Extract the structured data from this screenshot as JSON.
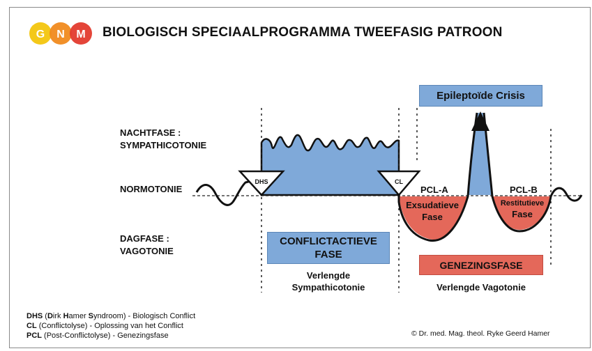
{
  "header": {
    "logo_letters": [
      "G",
      "N",
      "M"
    ],
    "title": "BIOLOGISCH SPECIAALPROGRAMMA TWEEFASIG PATROON"
  },
  "left_labels": {
    "nachtfase_1": "NACHTFASE :",
    "nachtfase_2": "SYMPATHICOTONIE",
    "normotonie": "NORMOTONIE",
    "dagfase_1": "DAGFASE :",
    "dagfase_2": "VAGOTONIE"
  },
  "markers": {
    "dhs": "DHS",
    "cl": "CL",
    "pcl_a": "PCL-A",
    "pcl_b": "PCL-B"
  },
  "boxes": {
    "epileptoid": "Epileptoïde Crisis",
    "conflict_1": "CONFLICTACTIEVE",
    "conflict_2": "FASE",
    "genezing": "GENEZINGSFASE"
  },
  "fills": {
    "exsudatieve_1": "Exsudatieve",
    "exsudatieve_2": "Fase",
    "restitutieve_1": "Restitutieve",
    "restitutieve_2": "Fase"
  },
  "captions": {
    "sympathicotonie_1": "Verlengde",
    "sympathicotonie_2": "Sympathicotonie",
    "vagotonie": "Verlengde Vagotonie"
  },
  "legend": {
    "line1_key": "DHS",
    "line1_a": " (",
    "line1_d": "D",
    "line1_b": "irk ",
    "line1_h": "H",
    "line1_c": "amer ",
    "line1_s": "S",
    "line1_e": "yndroom) - Biologisch Conflict",
    "line2_key": "CL",
    "line2_rest": " (Conflictolyse) - Oplossing van het Conflict",
    "line3_key": "PCL",
    "line3_rest": " (Post-Conflictolyse) - Genezingsfase"
  },
  "copyright": "© Dr. med. Mag. theol. Ryke Geerd Hamer",
  "colors": {
    "blue": "#7fa9d9",
    "red": "#e4685a",
    "logo_yellow": "#f4c81a",
    "logo_orange": "#f08a1e",
    "logo_red": "#e33b2e"
  }
}
